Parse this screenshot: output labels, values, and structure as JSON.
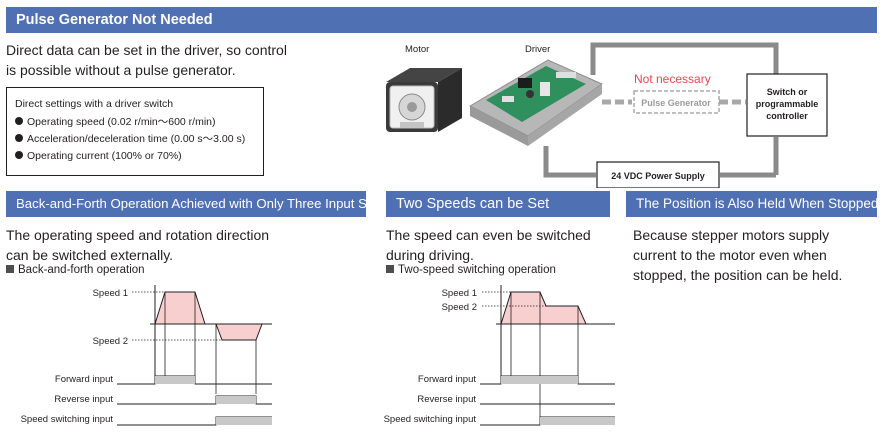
{
  "top": {
    "title": "Pulse Generator Not Needed",
    "intro_line1": "Direct data can be set in the driver, so control",
    "intro_line2": "is possible without a pulse generator.",
    "box_title": "Direct settings with a driver switch",
    "box_items": [
      "Operating speed (0.02 r/min～600 r/min)",
      "Acceleration/deceleration time (0.00 s～3.00 s)",
      "Operating current (100% or 70%)"
    ]
  },
  "diagram": {
    "motor_label": "Motor",
    "driver_label": "Driver",
    "not_necessary": "Not necessary",
    "pulse_generator": "Pulse Generator",
    "controller_line1": "Switch or",
    "controller_line2": "programmable",
    "controller_line3": "controller",
    "power_supply": "24 VDC Power Supply"
  },
  "section1": {
    "title": "Back-and-Forth Operation Achieved with Only Three Input Signals",
    "text_line1": "The operating speed and rotation direction",
    "text_line2": "can be switched externally.",
    "chart_label": "Back-and-forth operation",
    "speed1": "Speed 1",
    "speed2": "Speed 2",
    "forward_input": "Forward input",
    "reverse_input": "Reverse input",
    "speed_switching_input": "Speed switching input"
  },
  "section2": {
    "title": "Two Speeds can be Set",
    "text_line1": "The speed can even be switched",
    "text_line2": "during driving.",
    "chart_label": "Two-speed switching operation",
    "speed1": "Speed 1",
    "speed2": "Speed 2",
    "forward_input": "Forward input",
    "reverse_input": "Reverse input",
    "speed_switching_input": "Speed switching input"
  },
  "section3": {
    "title": "The Position is Also Held When Stopped",
    "text_line1": "Because stepper motors supply",
    "text_line2": "current to the motor even when",
    "text_line3": "stopped, the position can be held."
  },
  "colors": {
    "header_bar": "#4f70b3",
    "not_necessary": "#e8474c",
    "pink_fill": "#f8cfcf",
    "gray_fill": "#c8c8c8",
    "diagram_line": "#8a8a8a"
  }
}
